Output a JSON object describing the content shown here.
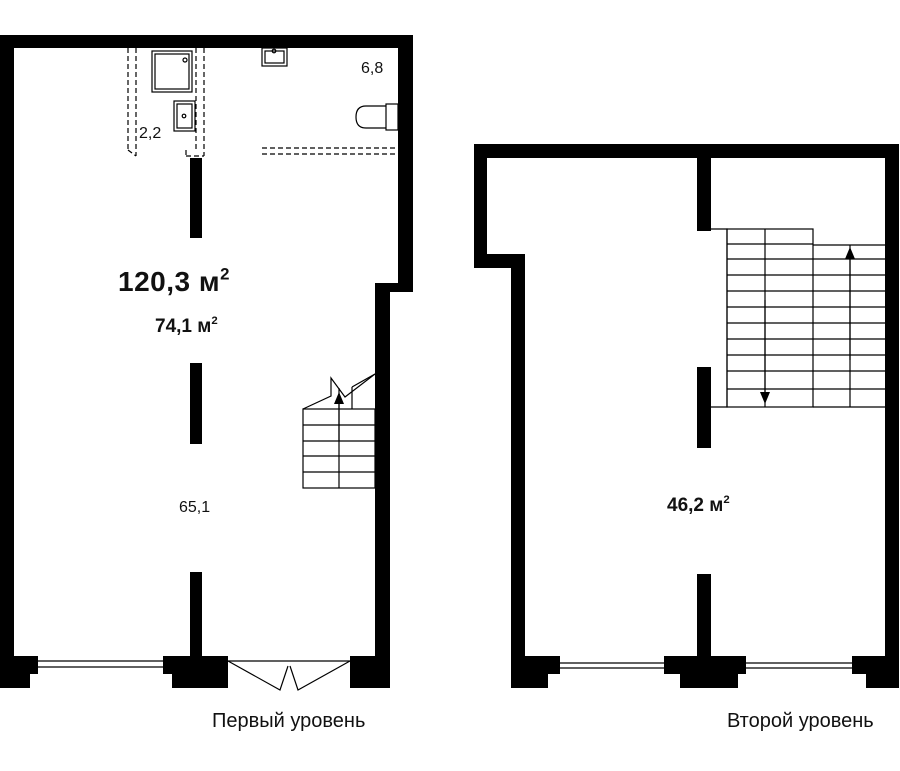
{
  "level1": {
    "caption": "Первый уровень",
    "total_value": "120,3 м",
    "total_sup": "2",
    "living_value": "74,1 м",
    "living_sup": "2",
    "rooms": {
      "bathroom": "2,2",
      "kitchen": "6,8",
      "main": "65,1"
    }
  },
  "level2": {
    "caption": "Второй уровень",
    "area_value": "46,2 м",
    "area_sup": "2"
  },
  "colors": {
    "wall": "#000000",
    "background": "#ffffff"
  }
}
